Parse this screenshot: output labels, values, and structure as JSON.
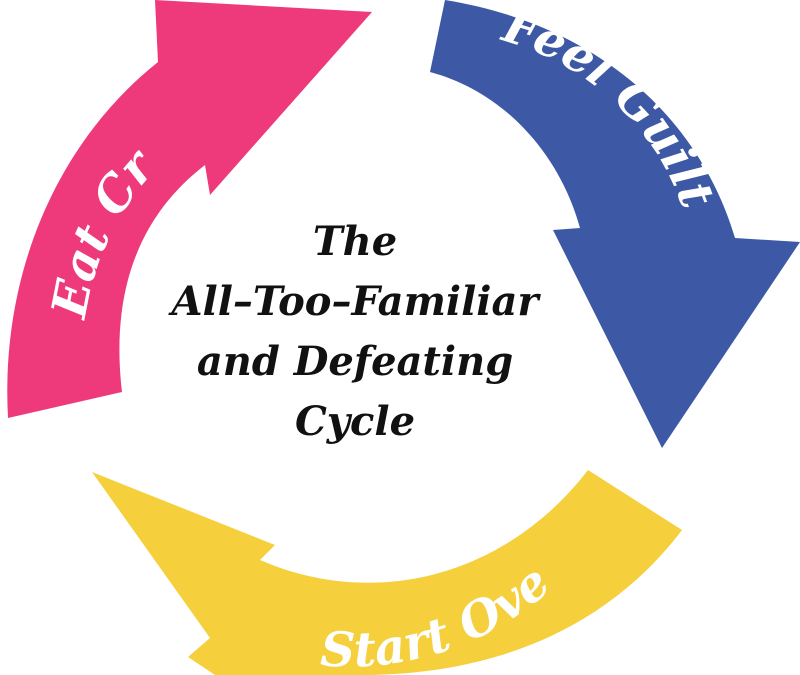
{
  "diagram": {
    "title_lines": [
      "The",
      "All–Too–Familiar",
      "and Defeating",
      "Cycle"
    ],
    "steps": [
      {
        "label": "Eat Crap",
        "color": "#ee3a7b"
      },
      {
        "label": "Feel Guilty",
        "color": "#3d59a6"
      },
      {
        "label": "Start Over",
        "color": "#f5cf3c"
      }
    ]
  }
}
